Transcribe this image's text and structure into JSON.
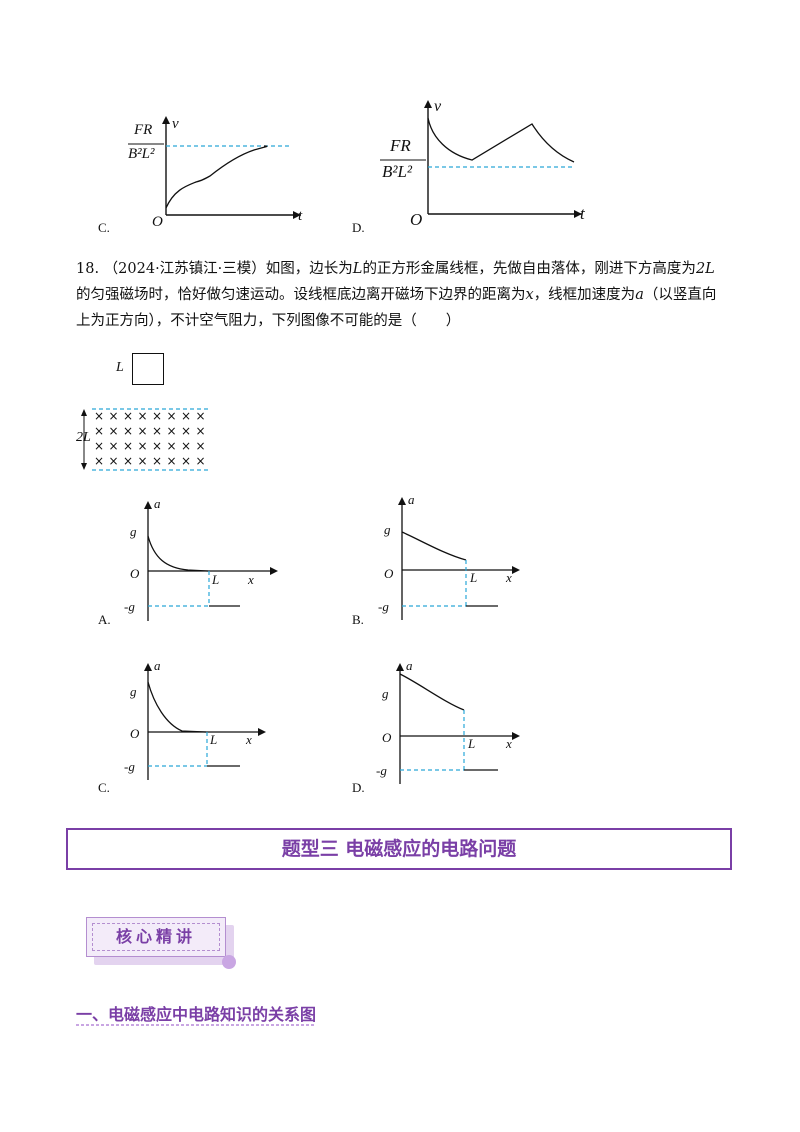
{
  "top_graphs": {
    "C": {
      "option": "C.",
      "frac_num": "FR",
      "frac_den": "B²L²",
      "y_axis": "v",
      "x_axis": "t",
      "origin": "O"
    },
    "D": {
      "option": "D.",
      "frac_num": "FR",
      "frac_den": "B²L²",
      "y_axis": "v",
      "x_axis": "t",
      "origin": "O"
    }
  },
  "question18": {
    "number": "18.",
    "source": "（2024·江苏镇江·三模）",
    "text_1": "如图，边长为",
    "L": "L",
    "text_2": "的正方形金属线框，先做自由落体，刚进下方高度为",
    "twoL": "2L",
    "text_3": "的匀强磁场时，恰好做匀速运动。设线框底边离开磁场下边界的距离为",
    "x": "x",
    "text_4": "，线框加速度为",
    "a": "a",
    "text_5": "（以竖直向上为正方向），不计空气阻力，下列图像不可能的是（　　）"
  },
  "figure": {
    "square_label": "L",
    "field_label": "2L",
    "cross": "×"
  },
  "options": [
    {
      "letter": "A.",
      "y_axis": "a",
      "g": "g",
      "origin": "O",
      "L": "L",
      "x_axis": "x",
      "neg_g": "-g"
    },
    {
      "letter": "B.",
      "y_axis": "a",
      "g": "g",
      "origin": "O",
      "L": "L",
      "x_axis": "x",
      "neg_g": "-g"
    },
    {
      "letter": "C.",
      "y_axis": "a",
      "g": "g",
      "origin": "O",
      "L": "L",
      "x_axis": "x",
      "neg_g": "-g"
    },
    {
      "letter": "D.",
      "y_axis": "a",
      "g": "g",
      "origin": "O",
      "L": "L",
      "x_axis": "x",
      "neg_g": "-g"
    }
  ],
  "section": {
    "title": "题型三  电磁感应的电路问题"
  },
  "badge": {
    "text": "核心精讲"
  },
  "subheading": {
    "text": "一、电磁感应中电路知识的关系图"
  },
  "colors": {
    "accent": "#7a3fa6",
    "dashed": "#2aa8d8"
  }
}
